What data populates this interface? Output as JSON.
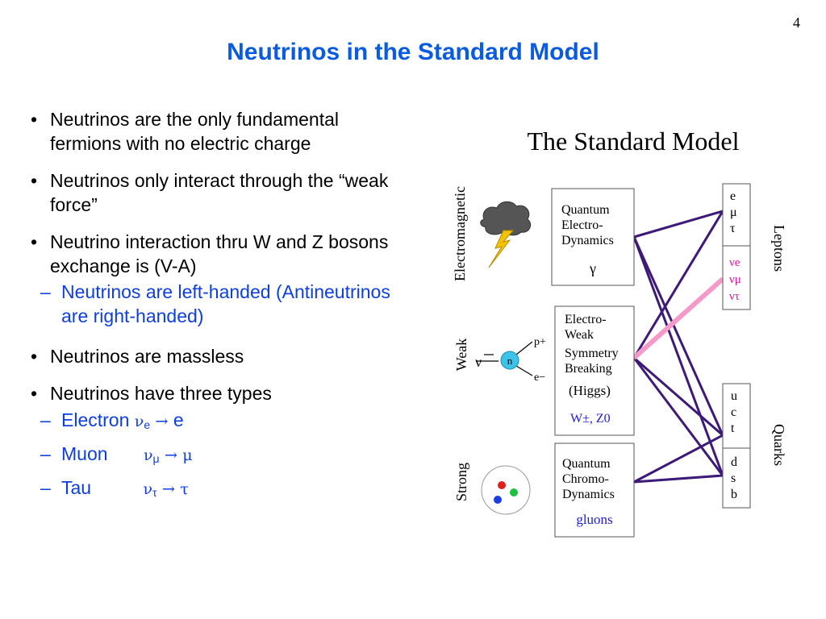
{
  "page_number": "4",
  "title": "Neutrinos in the Standard Model",
  "bullets": [
    {
      "text": "Neutrinos are the only fundamental fermions with no electric charge"
    },
    {
      "text": "Neutrinos only interact through the “weak force”"
    },
    {
      "text": "Neutrino interaction thru W and Z bosons exchange is (V-A)",
      "sub": [
        "Neutrinos are left-handed (Antineutrinos are right-handed)"
      ]
    },
    {
      "text": "Neutrinos are massless"
    },
    {
      "text": "Neutrinos have three types"
    }
  ],
  "types": [
    {
      "name": "Electron",
      "nu": "ν",
      "sub": "e",
      "arrow": "→",
      "lepton": "e"
    },
    {
      "name": "Muon",
      "nu": "ν",
      "sub": "μ",
      "arrow": "→",
      "lepton": "μ"
    },
    {
      "name": "Tau",
      "nu": "ν",
      "sub": "τ",
      "arrow": "→",
      "lepton": "τ"
    }
  ],
  "diagram": {
    "heading": "The Standard Model",
    "forces": [
      "Electromagnetic",
      "Weak",
      "Strong"
    ],
    "boxes": {
      "qed": [
        "Quantum",
        "Electro-",
        "Dynamics",
        "γ"
      ],
      "ew": [
        "Electro-",
        "Weak",
        "Symmetry",
        "Breaking",
        "(Higgs)",
        "W±, Z0"
      ],
      "qcd": [
        "Quantum",
        "Chromo-",
        "Dynamics",
        "gluons"
      ]
    },
    "weak_icon": {
      "nubar": "ν",
      "n": "n",
      "p": "p+",
      "e": "e−"
    },
    "leptons_label": "Leptons",
    "quarks_label": "Quarks",
    "charged_leptons": [
      "e",
      "μ",
      "τ"
    ],
    "neutrinos": [
      "νe",
      "νμ",
      "ντ"
    ],
    "up_quarks": [
      "u",
      "c",
      "t"
    ],
    "down_quarks": [
      "d",
      "s",
      "b"
    ],
    "colors": {
      "title": "#0a5be0",
      "sub_bullet": "#0f3ee0",
      "lines": "#3d1a78",
      "neutrino_line": "#f59ac8",
      "neutrino_text": "#e0189a",
      "ew_boson": "#2020d0",
      "gluon": "#2020d0"
    }
  }
}
